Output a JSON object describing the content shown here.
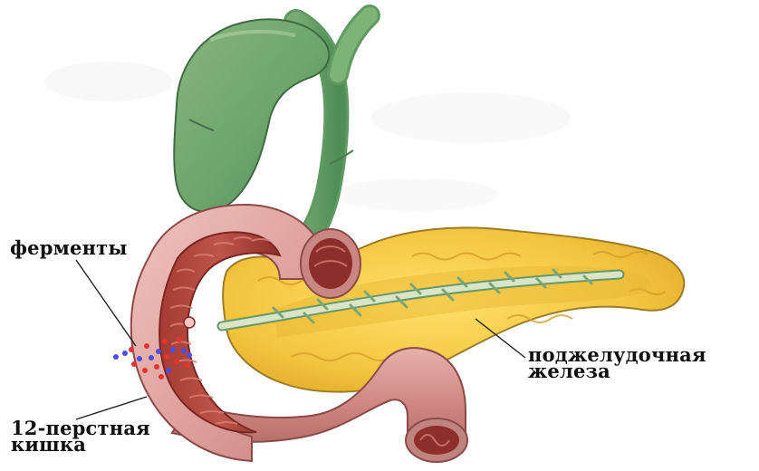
{
  "labels": {
    "enzymes": "ферменты",
    "duodenum_line1": "12-перстная",
    "duodenum_line2": "кишка",
    "pancreas_line1": "поджелудочная",
    "pancreas_line2": "железа"
  },
  "colors": {
    "gallbladder": "#6da56c",
    "pancreas": "#f3c43e",
    "duodenum_outer": "#dfa19d",
    "duodenum_inner": "#b2473f",
    "duct": "#d8e5c9",
    "enzyme_red": "#e53333",
    "enzyme_blue": "#4b4ee8"
  }
}
